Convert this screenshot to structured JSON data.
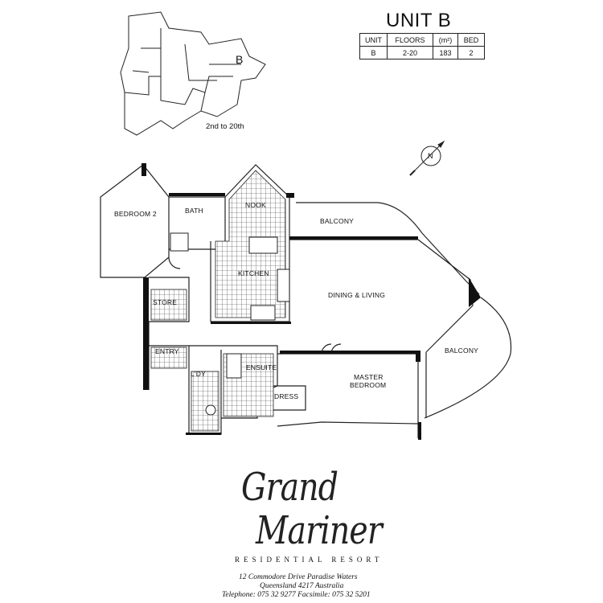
{
  "unit": {
    "title": "UNIT B",
    "table": {
      "headers": [
        "UNIT",
        "FLOORS",
        "(m²)",
        "BED"
      ],
      "rows": [
        [
          "B",
          "2-20",
          "183",
          "2"
        ]
      ]
    }
  },
  "keyplan": {
    "unit_marker": "B",
    "caption": "2nd to 20th"
  },
  "compass": {
    "north_label": "N"
  },
  "rooms": {
    "bedroom2": "BEDROOM 2",
    "bath": "BATH",
    "nook": "NOOK",
    "kitchen": "KITCHEN",
    "store": "STORE",
    "entry": "ENTRY",
    "laundry": "L'DY",
    "ensuite": "ENSUITE",
    "dress": "DRESS",
    "master_line1": "MASTER",
    "master_line2": "BEDROOM",
    "dining_living": "DINING & LIVING",
    "balcony_top": "BALCONY",
    "balcony_right": "BALCONY"
  },
  "brand": {
    "line1": "Grand",
    "line2": "Mariner",
    "subtitle": "RESIDENTIAL RESORT",
    "address_line1": "12 Commodore Drive Paradise Waters",
    "address_line2": "Queensland 4217 Australia",
    "address_line3": "Telephone: 075 32 9277  Facsimile: 075 32 5201"
  }
}
